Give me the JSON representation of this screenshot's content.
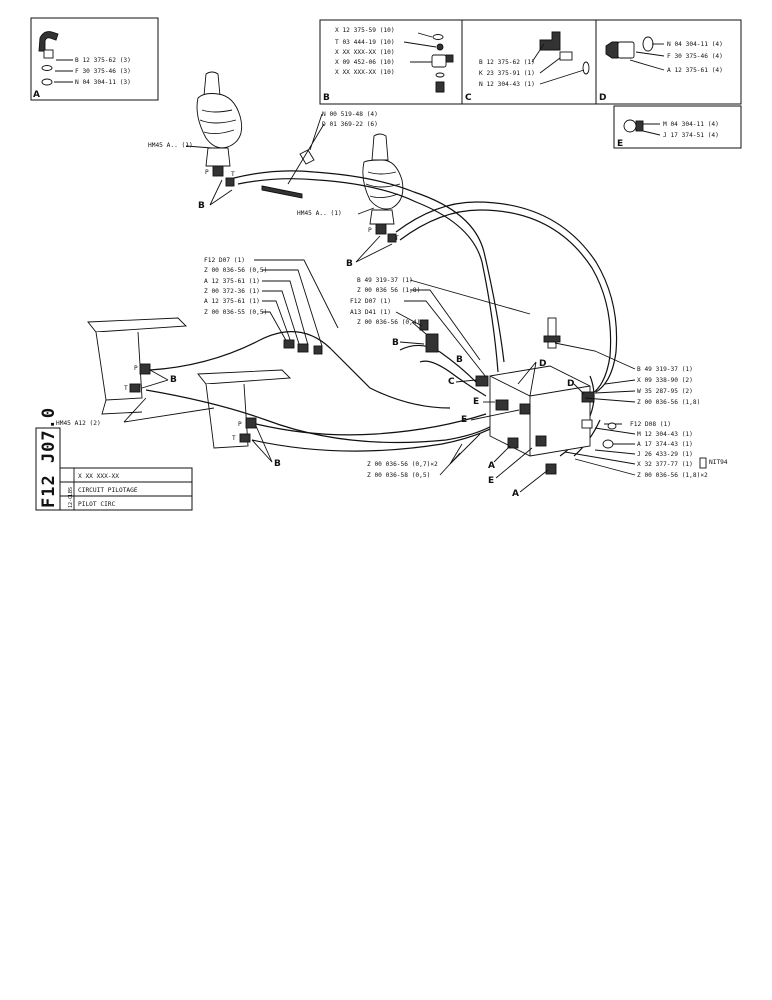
{
  "sheet_ref": "F12 J07.0",
  "title_block": {
    "code": "X XX XXX-XX",
    "revision_label": "12-CLBS",
    "title_fr": "CIRCUIT PILOTAGE",
    "title_en": "PILOT CIRC"
  },
  "detail_boxes": {
    "A": {
      "letter": "A",
      "items": [
        "B 12 375-62 (3)",
        "F 30 375-46 (3)",
        "N 04 304-11 (3)"
      ]
    },
    "B": {
      "letter": "B",
      "items": [
        "X 12 375-59 (10)",
        "T 03 444-19 (10)",
        "X XX XXX-XX (10)",
        "X 09 452-06 (10)",
        "X XX XXX-XX (10)"
      ]
    },
    "C": {
      "letter": "C",
      "items": [
        "B 12 375-62 (1)",
        "K 23 375-91 (1)",
        "N 12 304-43 (1)"
      ]
    },
    "D": {
      "letter": "D",
      "items": [
        "N 04 304-11 (4)",
        "F 30 375-46 (4)",
        "A 12 375-61 (4)"
      ]
    },
    "E": {
      "letter": "E",
      "items": [
        "M 04 304-11 (4)",
        "J 17 374-51 (4)"
      ]
    }
  },
  "callouts": {
    "hm45_upper": "HM45 A.. (1)",
    "hm45_mid": "HM45 A.. (1)",
    "hm45_lower": "HM45 A12 (2)",
    "n00519": "N 00 519-48 (4)",
    "d01369": "D 01 369-22 (6)",
    "left_group": [
      "F12 D07 (1)",
      "Z 00 036-56 (0,5)",
      "A 12 375-61 (1)",
      "Z 00 372-36 (1)",
      "A 12 375-61 (1)",
      "Z 00 036-55 (0,5)"
    ],
    "center_group": [
      "B 49 319-37 (1)",
      "Z 00 036 56 (1,8)",
      "F12 D07 (1)",
      "A13 D41 (1)",
      "Z 00 036-56 (0,4)"
    ],
    "right_group": [
      "B 49 319-37 (1)",
      "X 09 338-90 (2)",
      "W 35 287-95 (2)",
      "Z 00 036-56 (1,8)"
    ],
    "right_lower_group": [
      "F12 D08 (1)",
      "M 12 304-43 (1)",
      "A 17 374-43 (1)",
      "J 26 433-29 (1)",
      "X 32 377-77 (1)",
      "Z 00 036-56 (1,8)×2"
    ],
    "nit94": "NIT94",
    "bottom_group": [
      "Z 00 036-56 (0,7)×2",
      "Z 00 036-58 (0,5)"
    ]
  },
  "letters": {
    "b": "B",
    "c": "C",
    "d": "D",
    "e": "E",
    "a": "A",
    "p": "P",
    "t": "T"
  }
}
